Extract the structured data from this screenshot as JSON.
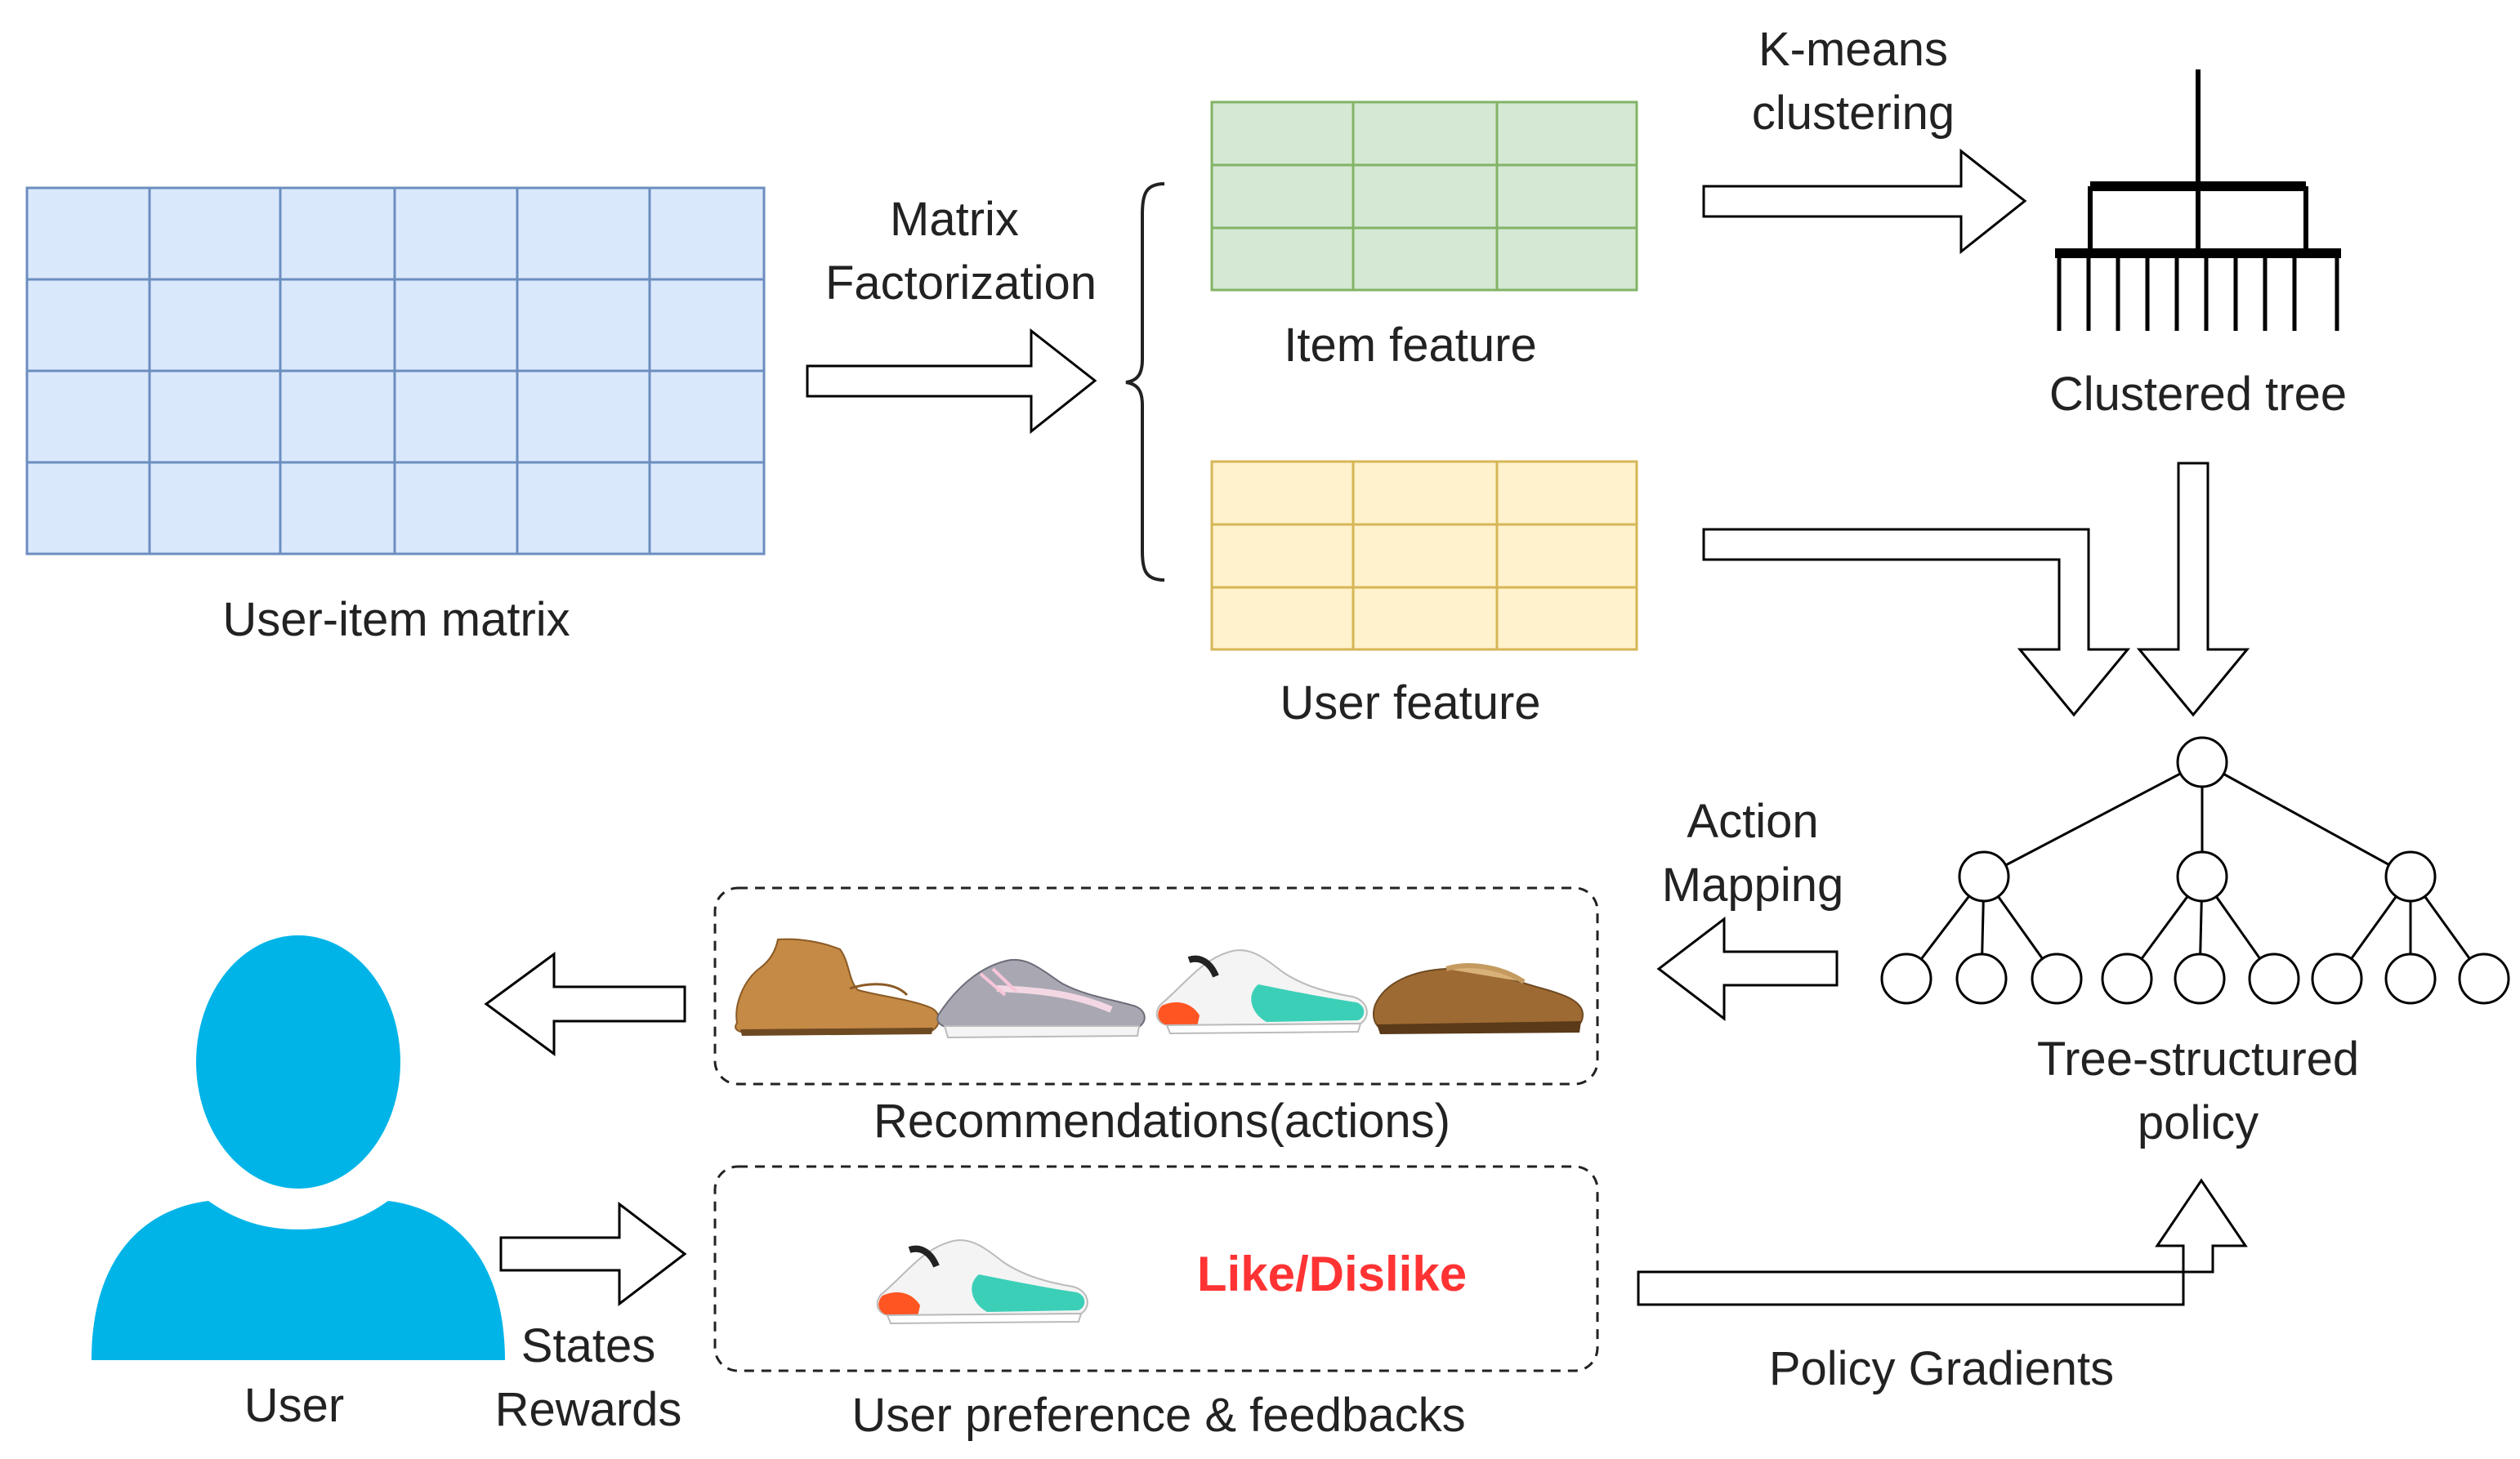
{
  "labels": {
    "user_item_matrix": "User-item matrix",
    "matrix_factorization_line1": "Matrix",
    "matrix_factorization_line2": "Factorization",
    "item_feature": "Item feature",
    "user_feature": "User feature",
    "kmeans_line1": "K-means",
    "kmeans_line2": "clustering",
    "clustered_tree": "Clustered tree",
    "tree_policy_line1": "Tree-structured",
    "tree_policy_line2": "policy",
    "action_mapping_line1": "Action",
    "action_mapping_line2": "Mapping",
    "recommendations": "Recommendations(actions)",
    "user_preference": "User preference & feedbacks",
    "like_dislike": "Like/Dislike",
    "policy_gradients": "Policy Gradients",
    "states": "States",
    "rewards": "Rewards",
    "user": "User"
  },
  "colors": {
    "user_item_matrix_fill": "#dae8fc",
    "user_item_matrix_stroke": "#6c8ebf",
    "item_feature_fill": "#d5e8d4",
    "item_feature_stroke": "#82b366",
    "user_feature_fill": "#fff2cc",
    "user_feature_stroke": "#d6b656",
    "user_icon": "#00b4e8",
    "like_dislike": "#ff3333",
    "arrow_stroke": "#000000"
  },
  "icons": {
    "user": "person-icon",
    "shoes": [
      "moccasin-boot-icon",
      "grey-running-shoe-icon",
      "teal-sneaker-icon",
      "brown-slipper-icon"
    ],
    "feedback_shoe": "teal-sneaker-icon"
  }
}
